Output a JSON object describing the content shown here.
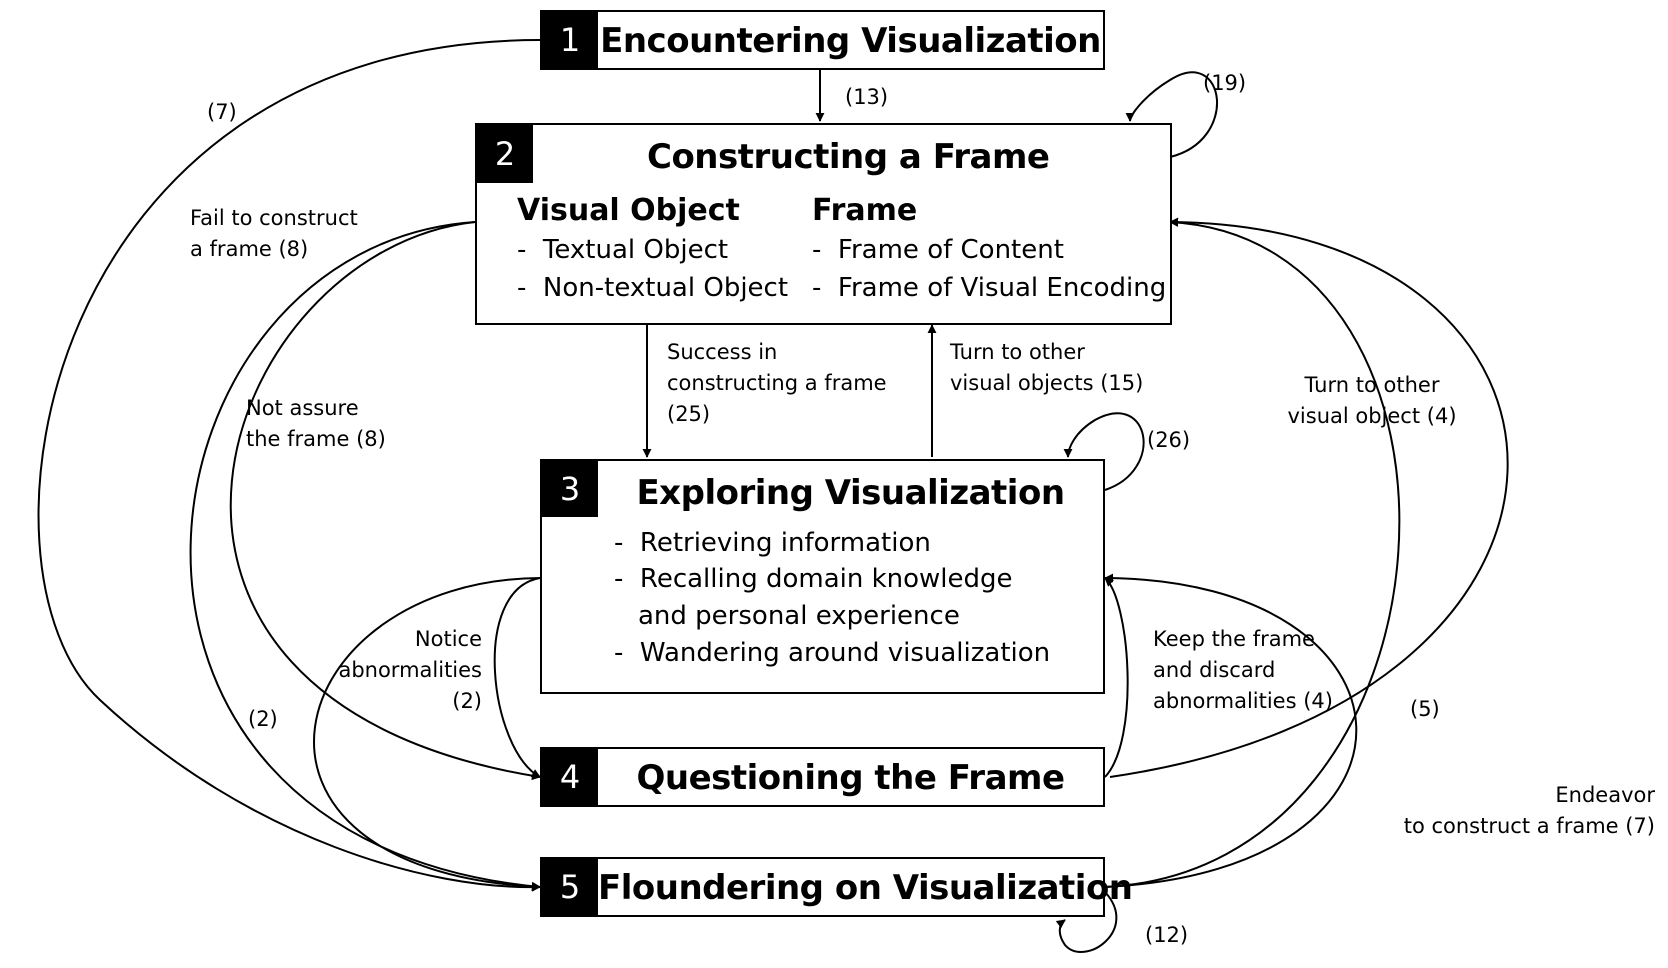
{
  "stages": {
    "s1": {
      "number": "1",
      "title": "Encountering Visualization"
    },
    "s2": {
      "number": "2",
      "title": "Constructing a Frame",
      "visual_object": {
        "heading": "Visual Object",
        "items": [
          "Textual Object",
          "Non-textual Object"
        ]
      },
      "frame": {
        "heading": "Frame",
        "items": [
          "Frame of Content",
          "Frame of Visual Encoding"
        ]
      }
    },
    "s3": {
      "number": "3",
      "title": "Exploring Visualization",
      "items": [
        "Retrieving information",
        "Recalling domain knowledge",
        "and personal experience",
        "Wandering around visualization"
      ]
    },
    "s4": {
      "number": "4",
      "title": "Questioning the Frame"
    },
    "s5": {
      "number": "5",
      "title": "Floundering on Visualization"
    }
  },
  "bullet": "-",
  "edges": {
    "e1_2": "(13)",
    "e1_5": "(7)",
    "e2_self": "(19)",
    "e2_5": [
      "Fail to construct",
      "a frame (8)"
    ],
    "e2_4": [
      "Not assure",
      "the frame (8)"
    ],
    "e2_3": [
      "Success in",
      "constructing a frame",
      "(25)"
    ],
    "e3_2": [
      "Turn to other",
      "visual objects (15)"
    ],
    "e4_2": [
      "Turn to other",
      "visual object (4)"
    ],
    "e3_self": "(26)",
    "e3_4": [
      "Notice",
      "abnormalities",
      "(2)"
    ],
    "e3_5": "(2)",
    "e4_3": [
      "Keep the frame",
      "and discard",
      "abnormalities (4)"
    ],
    "e5_3": "(5)",
    "e5_2": [
      "Endeavor",
      "to construct a frame (7)"
    ],
    "e5_self": "(12)"
  },
  "colors": {
    "ink": "#000000",
    "background": "#ffffff"
  }
}
